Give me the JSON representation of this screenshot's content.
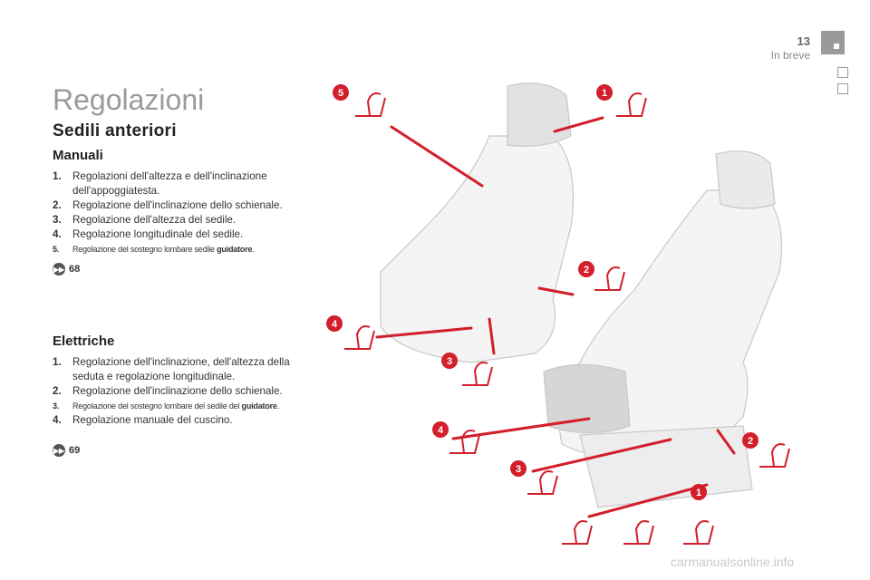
{
  "header": {
    "page_number": "13",
    "section": "In breve"
  },
  "title": "Regolazioni",
  "subtitle": "Sedili anteriori",
  "manuali": {
    "heading": "Manuali",
    "items": [
      {
        "num": "1.",
        "text": "Regolazioni dell'altezza e dell'inclinazione dell'appoggiatesta."
      },
      {
        "num": "2.",
        "text": "Regolazione dell'inclinazione dello schienale."
      },
      {
        "num": "3.",
        "text": "Regolazione dell'altezza del sedile."
      },
      {
        "num": "4.",
        "text": "Regolazione longitudinale del sedile."
      },
      {
        "num": "5.",
        "text": "Regolazione del sostegno lombare sedile ",
        "bold": "guidatore",
        "end": "."
      }
    ],
    "ref": "68"
  },
  "elettriche": {
    "heading": "Elettriche",
    "items": [
      {
        "num": "1.",
        "text": "Regolazione dell'inclinazione, dell'altezza della seduta e regolazione longitudinale."
      },
      {
        "num": "2.",
        "text": "Regolazione dell'inclinazione dello schienale."
      },
      {
        "num": "3.",
        "text": "Regolazione del sostegno lombare del sedile del ",
        "bold": "guidatore",
        "end": "."
      },
      {
        "num": "4.",
        "text": "Regolazione manuale del cuscino."
      }
    ],
    "ref": "69"
  },
  "callouts": [
    "5",
    "1",
    "2",
    "4",
    "3",
    "4",
    "3",
    "1",
    "2"
  ],
  "colors": {
    "accent": "#d21f2b",
    "title_gray": "#9a9a9a"
  },
  "watermark": "carmanualsonline.info"
}
